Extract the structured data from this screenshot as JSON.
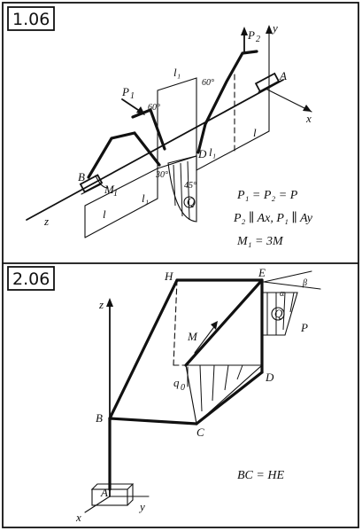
{
  "problem_1": {
    "number": "1.06",
    "labels": {
      "A": "A",
      "B": "B",
      "D": "D",
      "x": "x",
      "y": "y",
      "z": "z",
      "P1": "P",
      "P1_sub": "1",
      "P2": "P",
      "P2_sub": "2",
      "M1": "M",
      "M1_sub": "1",
      "Q": "Q",
      "l1": "l₁",
      "l": "l",
      "ang60a": "60°",
      "ang60b": "60°",
      "ang30": "30°",
      "ang45": "45°"
    },
    "conditions": [
      "P₁ = P₂ = P",
      "P₂ ∥ Ax, P₁ ∥ Ay",
      "M₁ = 3M"
    ]
  },
  "problem_2": {
    "number": "2.06",
    "labels": {
      "H": "H",
      "E": "E",
      "D": "D",
      "C": "C",
      "B": "B",
      "A": "A",
      "z": "z",
      "x": "x",
      "y": "y",
      "M": "M",
      "q0": "q",
      "q0_sub": "0",
      "P": "P",
      "Q": "Q",
      "ang_alpha": "α",
      "ang_beta": "β"
    },
    "condition": "BC = HE"
  }
}
